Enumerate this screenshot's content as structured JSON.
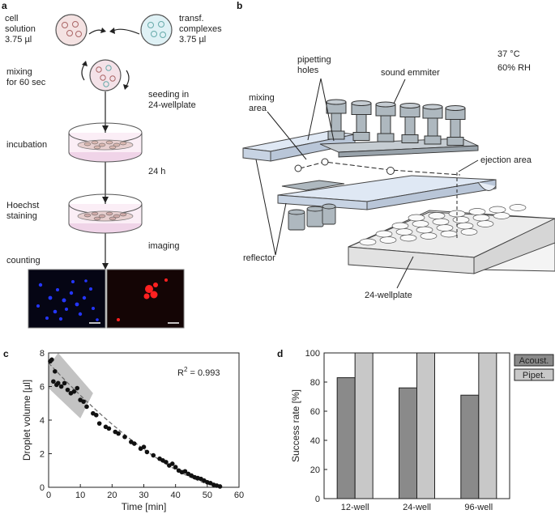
{
  "panel_labels": {
    "a": "a",
    "b": "b",
    "c": "c",
    "d": "d"
  },
  "panel_a": {
    "cell_solution": [
      "cell",
      "solution",
      "3.75 µl"
    ],
    "transf_complexes": [
      "transf.",
      "complexes",
      "3.75 µl"
    ],
    "mixing": [
      "mixing",
      "for 60 sec"
    ],
    "seeding": [
      "seeding in",
      "24-wellplate"
    ],
    "incubation": "incubation",
    "time_24h": "24 h",
    "hoechst": [
      "Hoechst",
      "staining"
    ],
    "imaging": "imaging",
    "counting": "counting"
  },
  "panel_b": {
    "conditions": [
      "37 °C",
      "60% RH"
    ],
    "pipetting_holes": [
      "pipetting",
      "holes"
    ],
    "sound_emitter": "sound emmiter",
    "mixing_area": [
      "mixing",
      "area"
    ],
    "ejection_area": "ejection area",
    "reflector": "reflector",
    "wellplate": "24-wellplate"
  },
  "colors": {
    "nuclei_blue": "#1f2fff",
    "cells_red": "#ff2020",
    "dark_bar": "#8a8a8a",
    "light_bar": "#c8c8c8",
    "band": "#c0c0c0"
  },
  "chart_data": [
    {
      "type": "scatter",
      "xlabel": "Time [min]",
      "ylabel": "Droplet volume [µl]",
      "annotation": "R² = 0.993",
      "r_squared_label": "R",
      "r_squared_sup": "2",
      "r_squared_value": "= 0.993",
      "xlim": [
        0,
        60
      ],
      "ylim": [
        0,
        8
      ],
      "xticks": [
        "0",
        "10",
        "20",
        "30",
        "40",
        "50",
        "60"
      ],
      "yticks": [
        "0",
        "2",
        "4",
        "6",
        "8"
      ],
      "x": [
        0.5,
        1.0,
        1.5,
        2.0,
        2.5,
        3.0,
        4.0,
        5.0,
        6.0,
        7.0,
        8.0,
        9.0,
        10.0,
        11.0,
        12.0,
        14.0,
        15.0,
        16.0,
        18.0,
        19.0,
        21.0,
        22.0,
        24.0,
        26.0,
        27.0,
        29.0,
        30.0,
        31.0,
        33.0,
        35.0,
        36.0,
        37.0,
        38.0,
        39.0,
        40.0,
        41.0,
        42.0,
        43.0,
        44.0,
        45.0,
        46.0,
        47.0,
        48.0,
        49.0,
        50.0,
        51.0,
        52.0,
        53.0,
        54.0
      ],
      "y": [
        7.5,
        7.6,
        6.3,
        6.9,
        6.1,
        6.2,
        6.0,
        6.2,
        5.8,
        5.6,
        5.7,
        5.9,
        5.2,
        5.1,
        4.8,
        4.4,
        4.3,
        3.8,
        3.6,
        3.5,
        3.3,
        3.2,
        3.0,
        2.7,
        2.6,
        2.3,
        2.4,
        2.1,
        1.9,
        1.7,
        1.6,
        1.5,
        1.3,
        1.4,
        1.2,
        1.0,
        0.9,
        0.95,
        0.8,
        0.7,
        0.6,
        0.55,
        0.5,
        0.4,
        0.3,
        0.25,
        0.15,
        0.1,
        0.05
      ]
    },
    {
      "type": "bar",
      "categories": [
        "12-well",
        "24-well",
        "96-well"
      ],
      "series": [
        {
          "name": "Acoust.",
          "values": [
            83,
            76,
            71
          ]
        },
        {
          "name": "Pipet.",
          "values": [
            100,
            100,
            100
          ]
        }
      ],
      "ylabel": "Success rate [%]",
      "ylim": [
        0,
        100
      ],
      "yticks": [
        "0",
        "20",
        "40",
        "60",
        "80",
        "100"
      ],
      "legend": "right"
    }
  ]
}
